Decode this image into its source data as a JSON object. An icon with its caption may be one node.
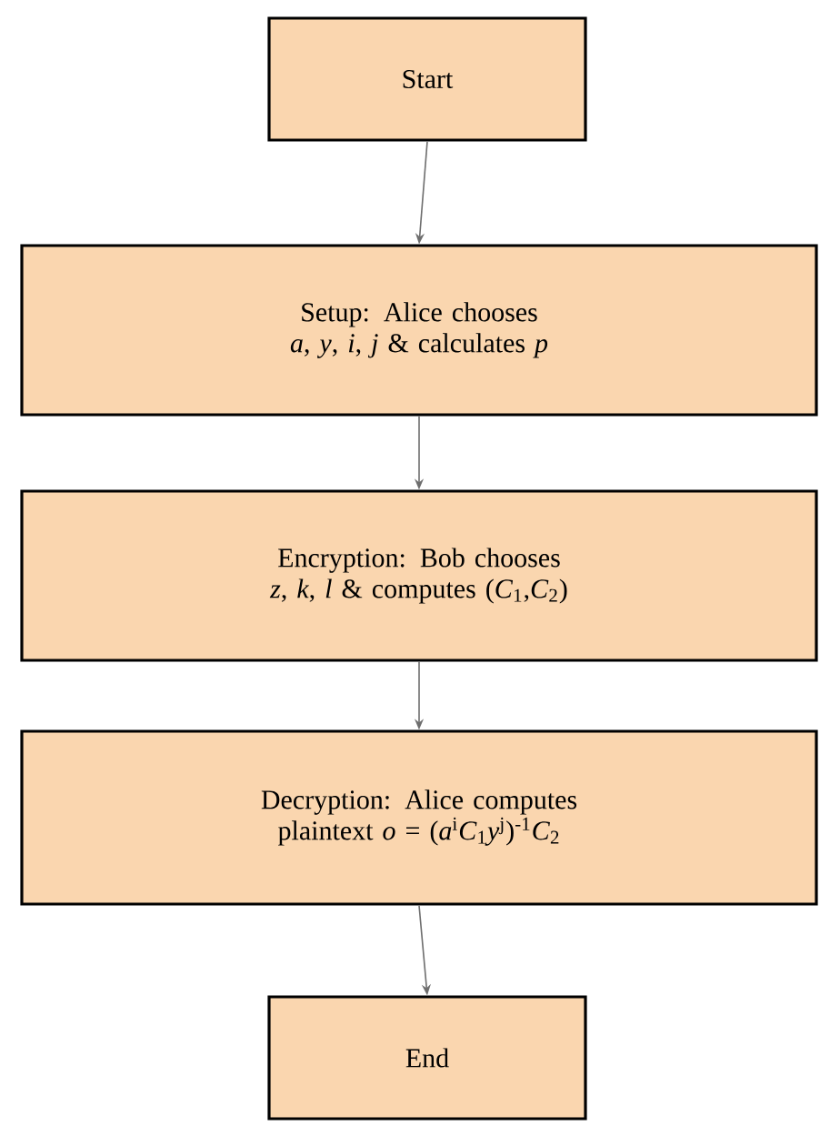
{
  "diagram": {
    "nodes": [
      {
        "text": [
          "Start"
        ]
      },
      {
        "text": [
          "Setup: Alice chooses *a*, *y*, *i*, *j* & calculates *p*"
        ]
      },
      {
        "text": [
          "Encryption: Bob chooses *z*, *k*, *l* & computes (*C*$_{1}$,*C*$_{2}$)"
        ]
      },
      {
        "text": [
          "Decryption: Alice computes plaintext *o* = (*a*$^{i}$*C*$_{1}$*y*$^{j}$)$^{-1}$*C*$_{2}$"
        ]
      },
      {
        "text": [
          "End"
        ]
      }
    ],
    "edges": [
      {
        "from": 0,
        "to": 1,
        "arrow": "to"
      },
      {
        "from": 1,
        "to": 2,
        "arrow": "to"
      },
      {
        "from": 2,
        "to": 3,
        "arrow": "to"
      },
      {
        "from": 3,
        "to": 4,
        "arrow": "to"
      }
    ]
  }
}
